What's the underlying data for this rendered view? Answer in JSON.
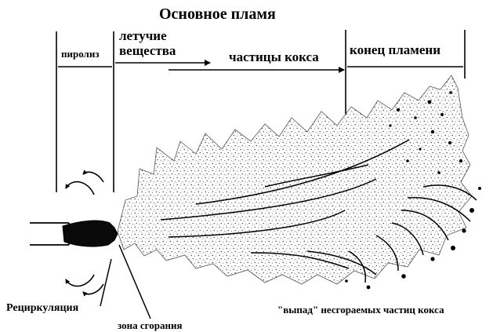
{
  "diagram": {
    "title": "Основное пламя",
    "zones": {
      "pyrolysis": "пиролиз",
      "volatiles_line1": "летучие",
      "volatiles_line2": "вещества",
      "coke_particles": "частицы кокса",
      "flame_end": "конец пламени"
    },
    "annotations": {
      "recirculation": "Рециркуляция",
      "combustion_zone": "зона сгорания",
      "fallout": "\"выпад\" несгораемых частиц кокса"
    }
  }
}
